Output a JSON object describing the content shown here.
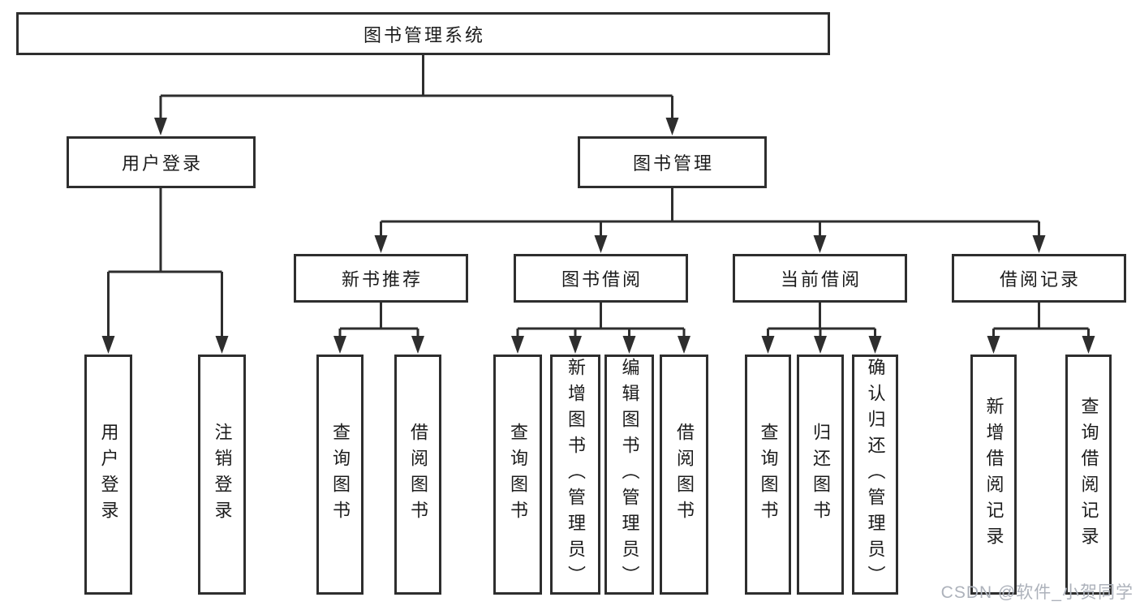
{
  "diagram": {
    "root": "图书管理系统",
    "level2": [
      "用户登录",
      "图书管理"
    ],
    "level3": [
      "新书推荐",
      "图书借阅",
      "当前借阅",
      "借阅记录"
    ],
    "leaves": {
      "login": [
        "用户登录",
        "注销登录"
      ],
      "recommend": [
        "查询图书",
        "借阅图书"
      ],
      "borrow": [
        "查询图书",
        "新增图书（管理员）",
        "编辑图书（管理员）",
        "借阅图书"
      ],
      "current": [
        "查询图书",
        "归还图书",
        "确认归还（管理员）"
      ],
      "records": [
        "新增借阅记录",
        "查询借阅记录"
      ]
    },
    "line_color": "#2e2e2e",
    "text_color": "#1c1c1c"
  },
  "watermark": "CSDN @软件_小贺同学"
}
